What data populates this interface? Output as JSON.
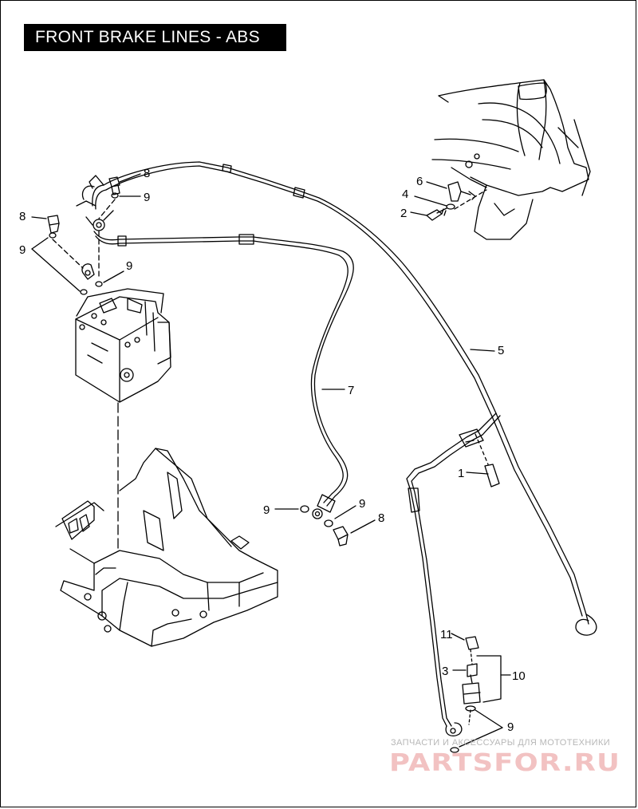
{
  "title": "FRONT BRAKE LINES - ABS",
  "callouts": {
    "c8_top": "8",
    "c9_top": "9",
    "c8_left": "8",
    "c9_left": "9",
    "c9_mid": "9",
    "c6": "6",
    "c4": "4",
    "c2": "2",
    "c5": "5",
    "c7": "7",
    "c1": "1",
    "c9_low_left": "9",
    "c9_low_right": "9",
    "c8_low": "8",
    "c11": "11",
    "c3": "3",
    "c10": "10",
    "c9_bottom": "9"
  },
  "watermark": {
    "caption": "ЗАПЧАСТИ И АКСЕССУАРЫ ДЛЯ МОТОТЕХНИКИ",
    "logo": "PARTSFOR.RU"
  },
  "colors": {
    "line": "#000000",
    "title_bg": "#000000",
    "title_fg": "#ffffff",
    "watermark_logo": "#f2c2c2",
    "watermark_text": "#b7b7b7"
  }
}
